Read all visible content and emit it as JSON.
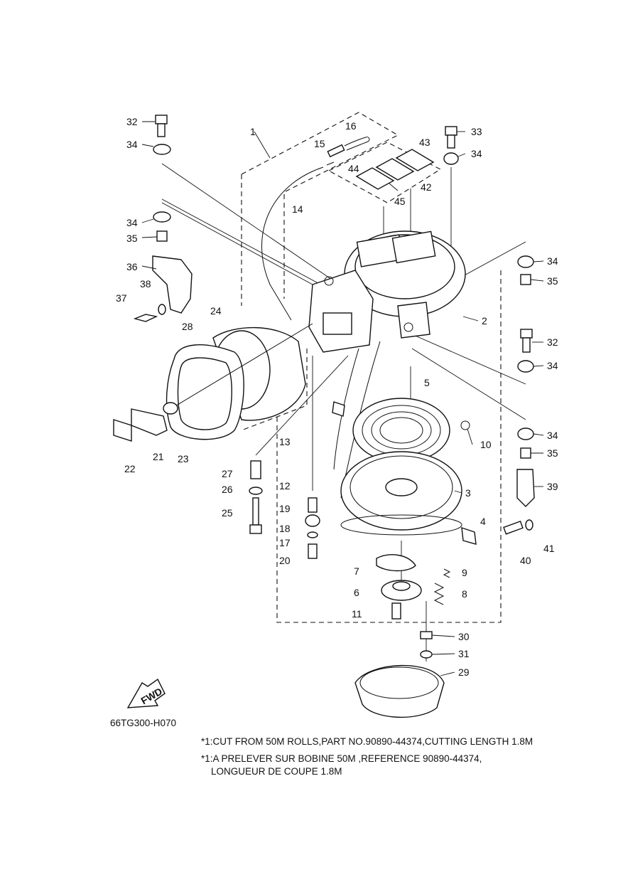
{
  "diagram_code": "66TG300-H070",
  "fwd_arrow_text": "FWD",
  "notes": [
    "*1:CUT FROM 50M ROLLS,PART NO.90890-44374,CUTTING LENGTH 1.8M",
    "*1:A PRELEVER SUR BOBINE 50M ,REFERENCE 90890-44374,",
    "LONGUEUR DE COUPE 1.8M"
  ],
  "callouts": [
    "1",
    "2",
    "3",
    "4",
    "5",
    "6",
    "7",
    "8",
    "9",
    "10",
    "11",
    "12",
    "13",
    "14",
    "15",
    "16",
    "17",
    "18",
    "19",
    "20",
    "21",
    "22",
    "23",
    "24",
    "25",
    "26",
    "27",
    "28",
    "29",
    "30",
    "31",
    "32",
    "32",
    "33",
    "34",
    "34",
    "34",
    "34",
    "34",
    "34",
    "35",
    "35",
    "35",
    "36",
    "37",
    "38",
    "39",
    "40",
    "41",
    "42",
    "43",
    "44",
    "45"
  ]
}
